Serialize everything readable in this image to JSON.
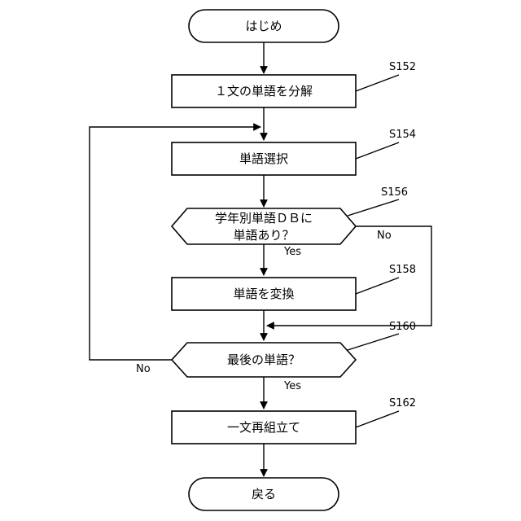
{
  "nodes": {
    "start": "はじめ",
    "s152": "１文の単語を分解",
    "s154": "単語選択",
    "s156_line1": "学年別単語ＤＢに",
    "s156_line2": "単語あり？",
    "s158": "単語を変換",
    "s160": "最後の単語？",
    "s162": "一文再組立て",
    "end": "戻る"
  },
  "step_labels": {
    "s152": "S152",
    "s154": "S154",
    "s156": "S156",
    "s158": "S158",
    "s160": "S160",
    "s162": "S162"
  },
  "branch_labels": {
    "s156_yes": "Yes",
    "s156_no": "No",
    "s160_yes": "Yes",
    "s160_no": "No"
  }
}
